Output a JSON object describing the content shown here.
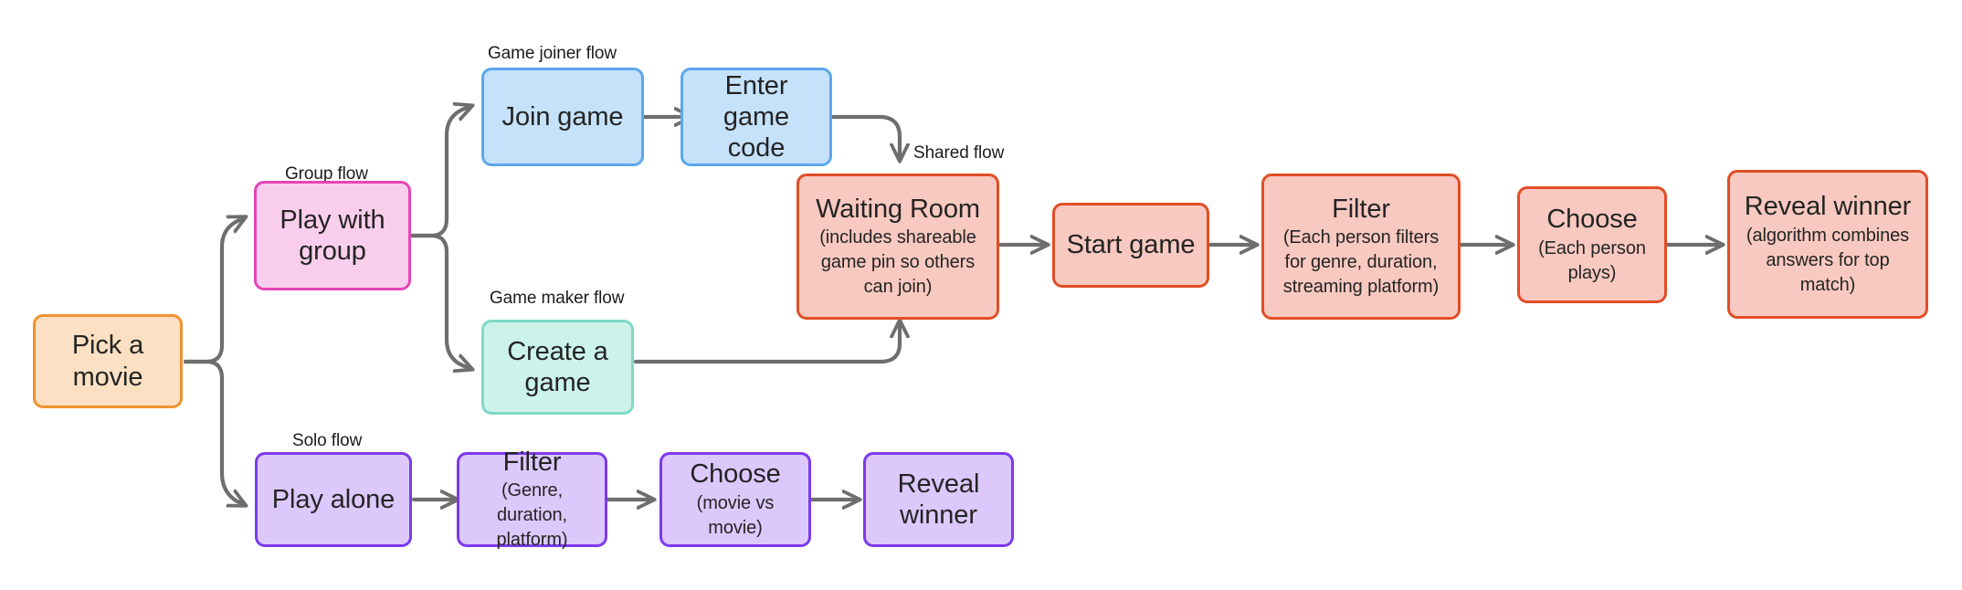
{
  "diagram": {
    "type": "flowchart",
    "title_visible": false,
    "background": "#FFFFFF",
    "edge_color": "#6E6E6E",
    "flow_labels": [
      {
        "id": "group-flow",
        "text": "Group flow"
      },
      {
        "id": "game-joiner-flow",
        "text": "Game joiner flow"
      },
      {
        "id": "game-maker-flow",
        "text": "Game maker flow"
      },
      {
        "id": "shared-flow",
        "text": "Shared flow"
      },
      {
        "id": "solo-flow",
        "text": "Solo flow"
      }
    ],
    "palettes": {
      "orange": {
        "fill": "#FBE0C3",
        "stroke": "#F0922F"
      },
      "pink": {
        "fill": "#F9CEEC",
        "stroke": "#E345B8"
      },
      "blue": {
        "fill": "#C6E2FB",
        "stroke": "#5BA8ED"
      },
      "teal": {
        "fill": "#CCF3EA",
        "stroke": "#7FD9C8"
      },
      "red": {
        "fill": "#F8C9C0",
        "stroke": "#E04E26"
      },
      "purple": {
        "fill": "#DCC8FB",
        "stroke": "#7C3AED"
      }
    },
    "nodes": [
      {
        "id": "pick-a-movie",
        "title": "Pick a\nmovie",
        "sub": "",
        "palette": "orange"
      },
      {
        "id": "play-with-group",
        "title": "Play with\ngroup",
        "sub": "",
        "palette": "pink"
      },
      {
        "id": "join-game",
        "title": "Join game",
        "sub": "",
        "palette": "blue"
      },
      {
        "id": "enter-game-code",
        "title": "Enter game\ncode",
        "sub": "",
        "palette": "blue"
      },
      {
        "id": "create-a-game",
        "title": "Create a\ngame",
        "sub": "",
        "palette": "teal"
      },
      {
        "id": "waiting-room",
        "title": "Waiting Room",
        "sub": "(includes shareable\ngame pin so others\ncan join)",
        "palette": "red"
      },
      {
        "id": "start-game",
        "title": "Start game",
        "sub": "",
        "palette": "red"
      },
      {
        "id": "group-filter",
        "title": "Filter",
        "sub": "(Each person filters\nfor genre, duration,\nstreaming platform)",
        "palette": "red"
      },
      {
        "id": "group-choose",
        "title": "Choose",
        "sub": "(Each person\nplays)",
        "palette": "red"
      },
      {
        "id": "group-reveal-winner",
        "title": "Reveal winner",
        "sub": "(algorithm combines\nanswers for top\nmatch)",
        "palette": "red"
      },
      {
        "id": "play-alone",
        "title": "Play alone",
        "sub": "",
        "palette": "purple"
      },
      {
        "id": "solo-filter",
        "title": "Filter",
        "sub": "(Genre, duration,\nplatform)",
        "palette": "purple"
      },
      {
        "id": "solo-choose",
        "title": "Choose",
        "sub": "(movie vs movie)",
        "palette": "purple"
      },
      {
        "id": "solo-reveal-winner",
        "title": "Reveal\nwinner",
        "sub": "",
        "palette": "purple"
      }
    ],
    "edges": [
      {
        "from": "pick-a-movie",
        "to": "play-with-group",
        "style": "curved-branch-up"
      },
      {
        "from": "pick-a-movie",
        "to": "play-alone",
        "style": "curved-branch-down"
      },
      {
        "from": "play-with-group",
        "to": "join-game",
        "style": "curved-branch-up"
      },
      {
        "from": "play-with-group",
        "to": "create-a-game",
        "style": "curved-branch-down"
      },
      {
        "from": "join-game",
        "to": "enter-game-code",
        "style": "straight"
      },
      {
        "from": "enter-game-code",
        "to": "waiting-room",
        "style": "elbow-down"
      },
      {
        "from": "create-a-game",
        "to": "waiting-room",
        "style": "elbow-up"
      },
      {
        "from": "waiting-room",
        "to": "start-game",
        "style": "straight"
      },
      {
        "from": "start-game",
        "to": "group-filter",
        "style": "straight"
      },
      {
        "from": "group-filter",
        "to": "group-choose",
        "style": "straight"
      },
      {
        "from": "group-choose",
        "to": "group-reveal-winner",
        "style": "straight"
      },
      {
        "from": "play-alone",
        "to": "solo-filter",
        "style": "straight"
      },
      {
        "from": "solo-filter",
        "to": "solo-choose",
        "style": "straight"
      },
      {
        "from": "solo-choose",
        "to": "solo-reveal-winner",
        "style": "straight"
      }
    ]
  }
}
